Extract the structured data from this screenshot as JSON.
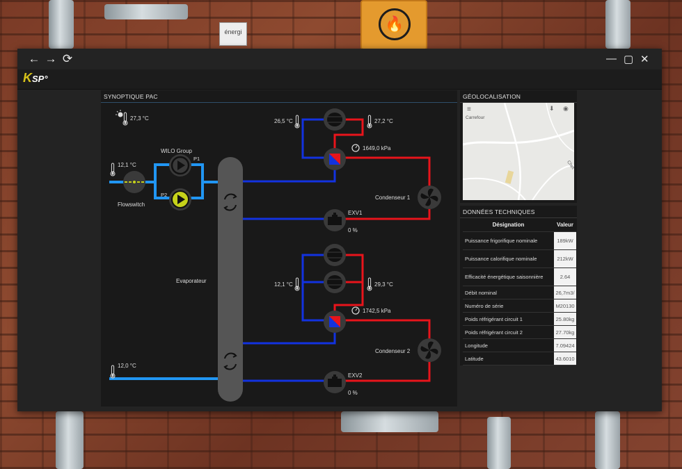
{
  "background": {
    "plaque_text": "énergi",
    "sign_icon": "flame-icon"
  },
  "window": {
    "nav": {
      "back_icon": "←",
      "forward_icon": "→",
      "refresh_icon": "⟳"
    },
    "controls": {
      "minimize": "—",
      "maximize": "▢",
      "close": "✕"
    },
    "logo": {
      "k": "K",
      "rest": "SP°"
    }
  },
  "synoptic": {
    "title": "SYNOPTIQUE PAC",
    "outdoor_temp": "27,3 °C",
    "pump_group": "WILO Group",
    "pump1": "P1",
    "pump2": "P2",
    "inlet_temp": "12,1 °C",
    "flowswitch": "Flowswitch",
    "outlet_temp": "12,0 °C",
    "evaporator": "Evaporateur",
    "circuit1": {
      "suction_temp": "26,5 °C",
      "discharge_temp": "27,2 °C",
      "pressure": "1649,0 kPa",
      "condenser": "Condenseur 1",
      "exv": "EXV1",
      "exv_opening": "0 %"
    },
    "circuit2": {
      "suction_temp": "12,1 °C",
      "discharge_temp": "29,3 °C",
      "pressure": "1742,5 kPa",
      "condenser": "Condenseur 2",
      "exv": "EXV2",
      "exv_opening": "0 %"
    },
    "colors": {
      "hot": "#e8141b",
      "cold": "#1232e0",
      "water": "#2196f3",
      "pump_active": "#c6d21a"
    }
  },
  "geo": {
    "title": "GÉOLOCALISATION",
    "place": "Carrefour",
    "road": "Chet"
  },
  "tech": {
    "title": "DONNÉES TECHNIQUES",
    "headers": [
      "Désignation",
      "Valeur"
    ],
    "rows": [
      {
        "label": "Puissance frigorifique nominale",
        "value": "189kW"
      },
      {
        "label": "Puissance calorifique nominale",
        "value": "212kW"
      },
      {
        "label": "Efficacité énergétique saisonnière",
        "value": "2.64"
      },
      {
        "label": "Débit nominal",
        "value": "26,7m3/"
      },
      {
        "label": "Numéro de série",
        "value": "M20130"
      },
      {
        "label": "Poids réfrigérant circuit 1",
        "value": "25.80kg"
      },
      {
        "label": "Poids réfrigérant circuit 2",
        "value": "27.70kg"
      },
      {
        "label": "Longitude",
        "value": "7.09424"
      },
      {
        "label": "Latitude",
        "value": "43.6010"
      }
    ]
  }
}
